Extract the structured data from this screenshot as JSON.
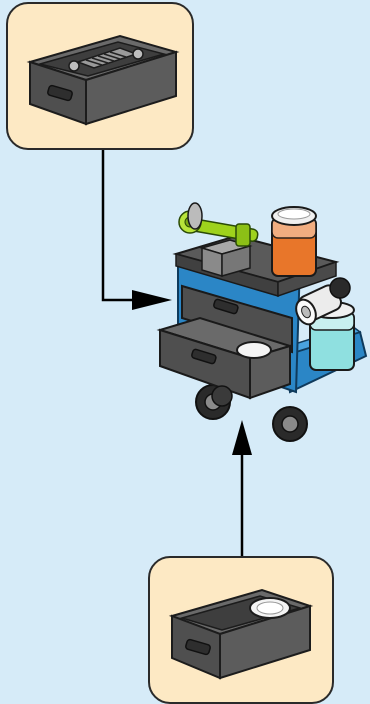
{
  "figure": {
    "type": "assembly-instruction",
    "colors": {
      "background": "#d6ebf8",
      "callout_fill": "#fde9c4",
      "drawer_gray": "#505050",
      "cart_blue": "#2b86c6",
      "lime_green": "#9ed21c",
      "orange_liquid": "#e8762a",
      "teal_liquid": "#8fe0e0"
    },
    "callouts": [
      {
        "id": "top",
        "contents": "drawer-with-grate"
      },
      {
        "id": "bottom",
        "contents": "drawer-with-white-plate"
      }
    ],
    "arrows": [
      {
        "from": "top-callout",
        "to": "cart-upper-drawer"
      },
      {
        "from": "bottom-callout",
        "to": "cart-lower-drawer"
      }
    ]
  }
}
